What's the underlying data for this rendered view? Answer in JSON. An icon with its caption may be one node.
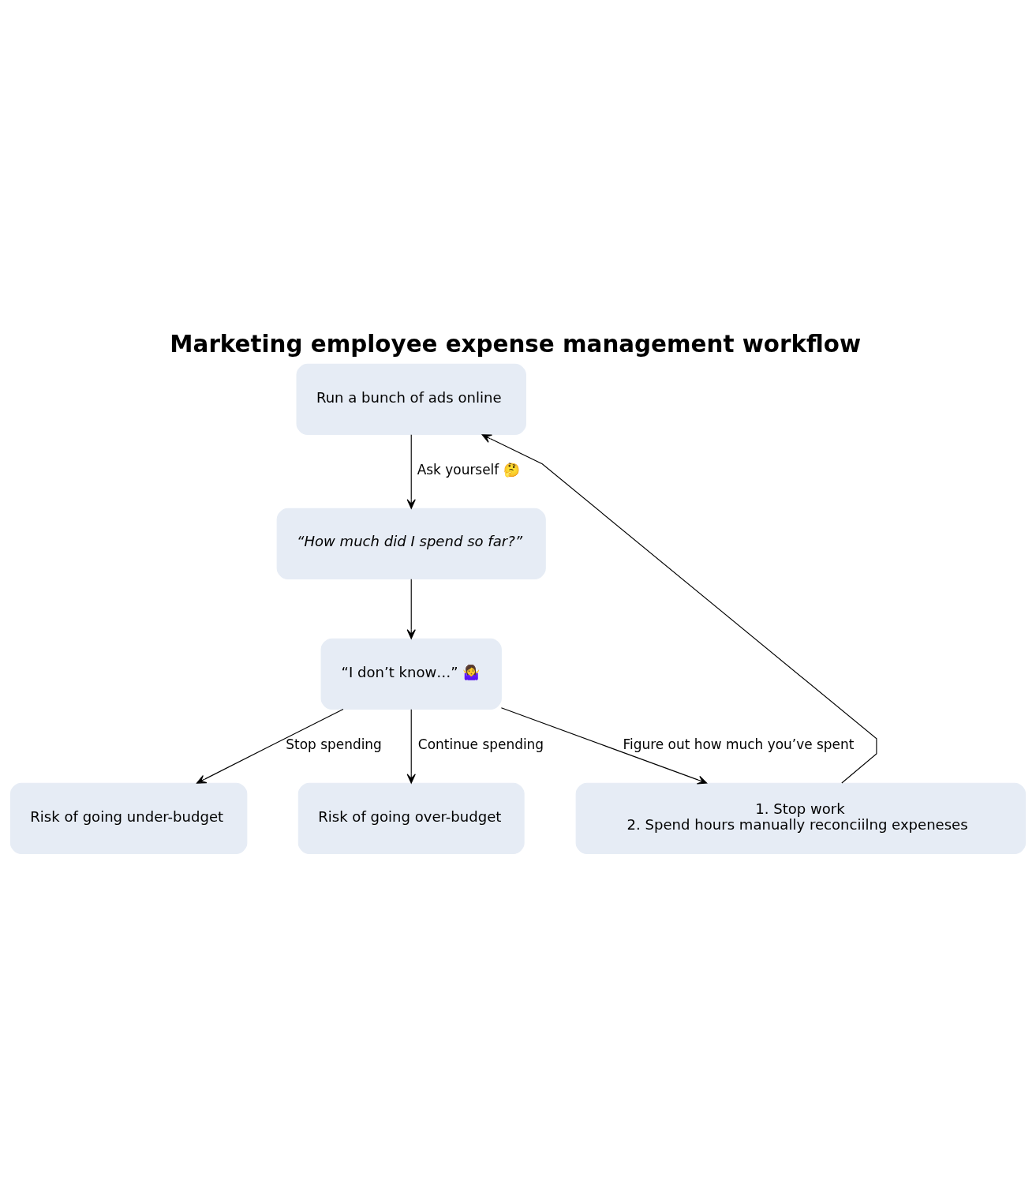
{
  "diagram": {
    "title": "Marketing employee expense management workflow",
    "nodes": [
      {
        "text": [
          "Run a bunch of ads online"
        ]
      },
      {
        "text": [
          "“How much did I spend so far?”"
        ]
      },
      {
        "text": [
          "“I don’t know…” 🤷‍♀️"
        ]
      },
      {
        "text": [
          "Risk of going under-budget"
        ]
      },
      {
        "text": [
          "Risk of going over-budget"
        ]
      },
      {
        "text": [
          "1. Stop work",
          "2. Spend hours manually reconciilng expeneses"
        ]
      }
    ],
    "edges": [
      {
        "from": 0,
        "to": 1,
        "arrow": "to",
        "label": "Ask yourself 🤔"
      },
      {
        "from": 1,
        "to": 2,
        "arrow": "to"
      },
      {
        "from": 2,
        "to": 3,
        "arrow": "to",
        "label": "Stop spending"
      },
      {
        "from": 2,
        "to": 5,
        "arrow": "to",
        "label": "Figure out how much you’ve spent"
      },
      {
        "from": 2,
        "to": 4,
        "arrow": "to",
        "label": "Continue spending"
      },
      {
        "from": 5,
        "to": 0,
        "arrow": "to"
      }
    ]
  }
}
